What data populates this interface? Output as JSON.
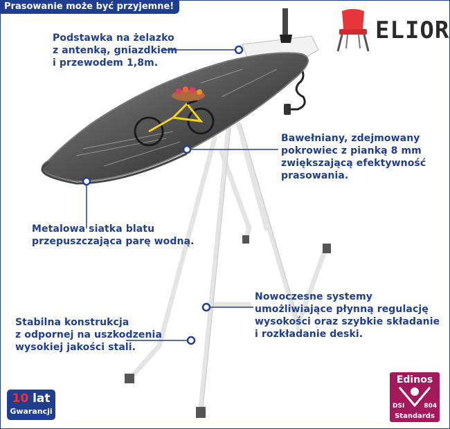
{
  "header": {
    "title": "Prasowanie może być przyjemne!"
  },
  "brand": {
    "name": "ELIOR",
    "chair_color": "#e8363b"
  },
  "callouts": {
    "iron_rest": [
      "Podstawka na żelazko",
      "z antenką, gniazdkiem",
      "i przewodem 1,8m."
    ],
    "cover": [
      "Bawełniany, zdejmowany",
      "pokrowiec z pianką 8 mm",
      "zwiększającą efektywność",
      "prasowania."
    ],
    "mesh": [
      "Metalowa siatka blatu",
      "przepuszczająca parę wodną."
    ],
    "height": [
      "Nowoczesne systemy",
      "umożliwiające płynną regulację",
      "wysokości oraz szybkie składanie",
      "i rozkładanie deski."
    ],
    "frame": [
      "Stabilna konstrukcja",
      "z odpornej na uszkodzenia",
      "wysokiej jakości stali."
    ]
  },
  "warranty": {
    "years_num": "10",
    "years_word": "lat",
    "label": "Gwarancji"
  },
  "certificate": {
    "top": "Edinos",
    "left": "DSI",
    "right": "804",
    "bottom": "Standards"
  },
  "colors": {
    "accent": "#1f3e8f",
    "badge": "#a3195b",
    "warranty_highlight": "#ff2a2a"
  }
}
